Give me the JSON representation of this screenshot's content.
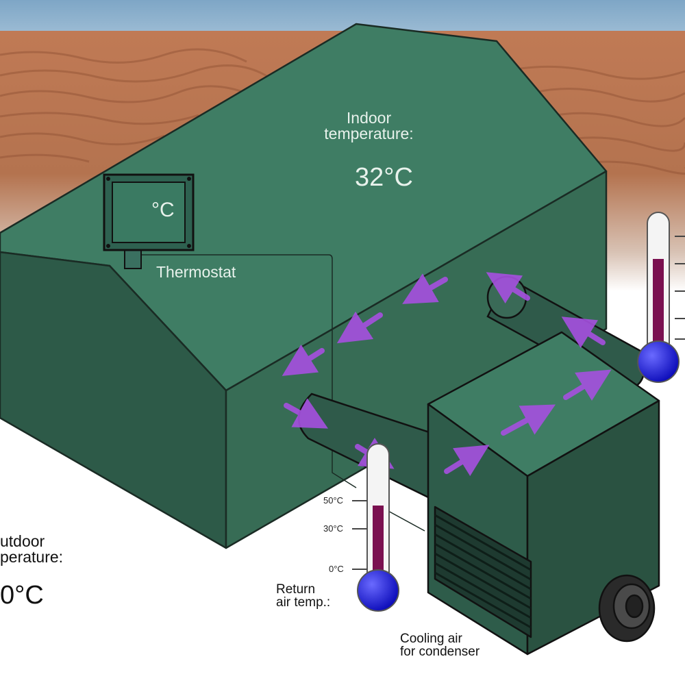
{
  "labels": {
    "indoor_line1": "Indoor",
    "indoor_line2": "temperature:",
    "indoor_value": "32°C",
    "thermostat_unit": "°C",
    "thermostat": "Thermostat",
    "outdoor_line1": "utdoor",
    "outdoor_line2": "perature:",
    "outdoor_value": "0°C",
    "return_line1": "Return",
    "return_line2": "air temp.:",
    "cooling_line1": "Cooling air",
    "cooling_line2": "for condenser"
  },
  "thermometer_scale": {
    "ticks": [
      "50°C",
      "30°C",
      "0°C"
    ]
  },
  "colors": {
    "sky": "#8fb3cf",
    "sand": "#c07a55",
    "green_roof": "#3f7d64",
    "green_wall_left": "#2d5a48",
    "green_wall_right": "#376c55",
    "airflow_arrows": "#a650e0",
    "thermo_liquid": "#7a1050",
    "thermo_bulb": "#1a1acc"
  }
}
